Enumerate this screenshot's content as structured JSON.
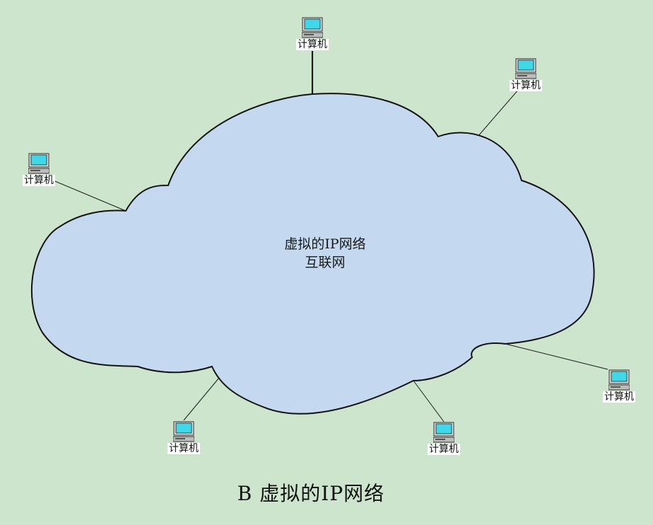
{
  "diagram": {
    "cloud": {
      "line1": "虚拟的IP网络",
      "line2": "互联网"
    },
    "computers": [
      {
        "label": "计算机"
      },
      {
        "label": "计算机"
      },
      {
        "label": "计算机"
      },
      {
        "label": "计算机"
      },
      {
        "label": "计算机"
      },
      {
        "label": "计算机"
      }
    ],
    "caption": "B 虚拟的IP网络"
  },
  "colors": {
    "background": "#cce5cc",
    "cloud_fill": "#c4d8ef",
    "outline": "#141414",
    "screen": "#3fd8e8"
  },
  "icons": [
    "computer-icon"
  ]
}
